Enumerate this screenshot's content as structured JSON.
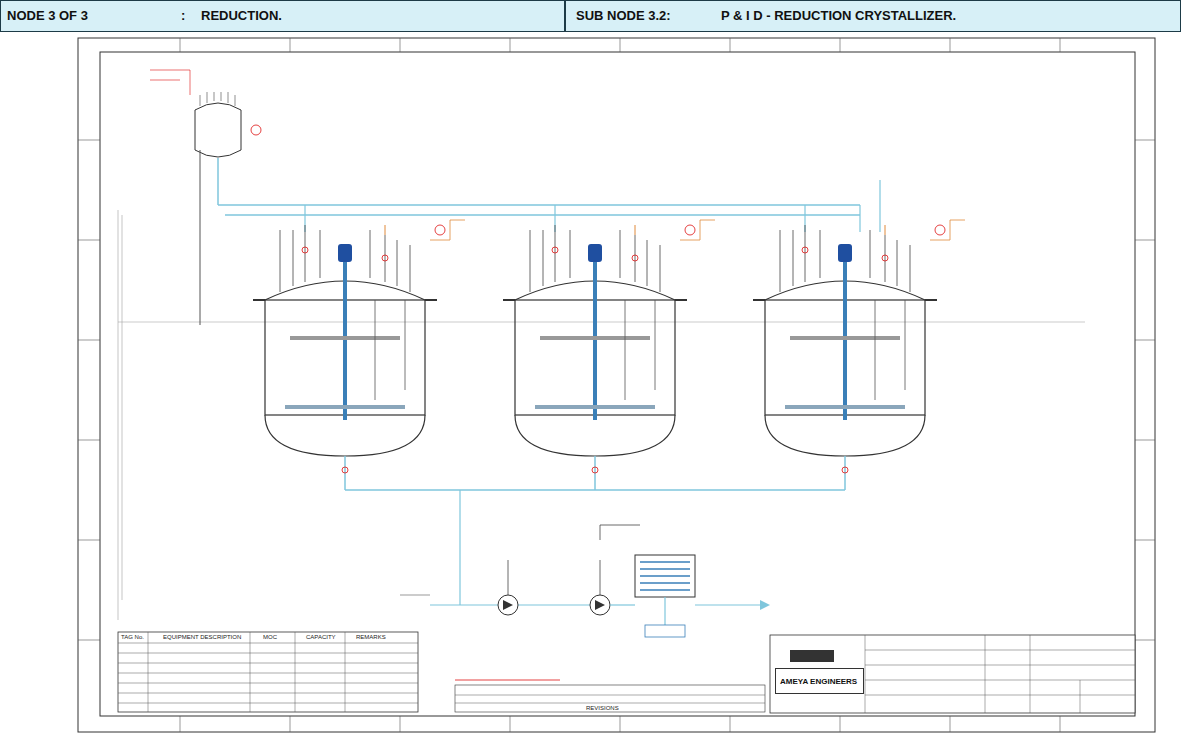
{
  "diagram": {
    "nodes": [
      {
        "text": [
          "NODE 3 OF 3",
          ":",
          "REDUCTION."
        ]
      },
      {
        "text": [
          "SUB NODE 3.2:",
          "P & I D - REDUCTION CRYSTALLIZER."
        ]
      },
      {
        "text": [
          "AMEYA ENGINEERS"
        ]
      }
    ],
    "labels": [
      "TAG No.",
      "EQUIPMENT DESCRIPTION",
      "MOC",
      "CAPACITY",
      "REMARKS",
      "REVISIONS"
    ]
  }
}
